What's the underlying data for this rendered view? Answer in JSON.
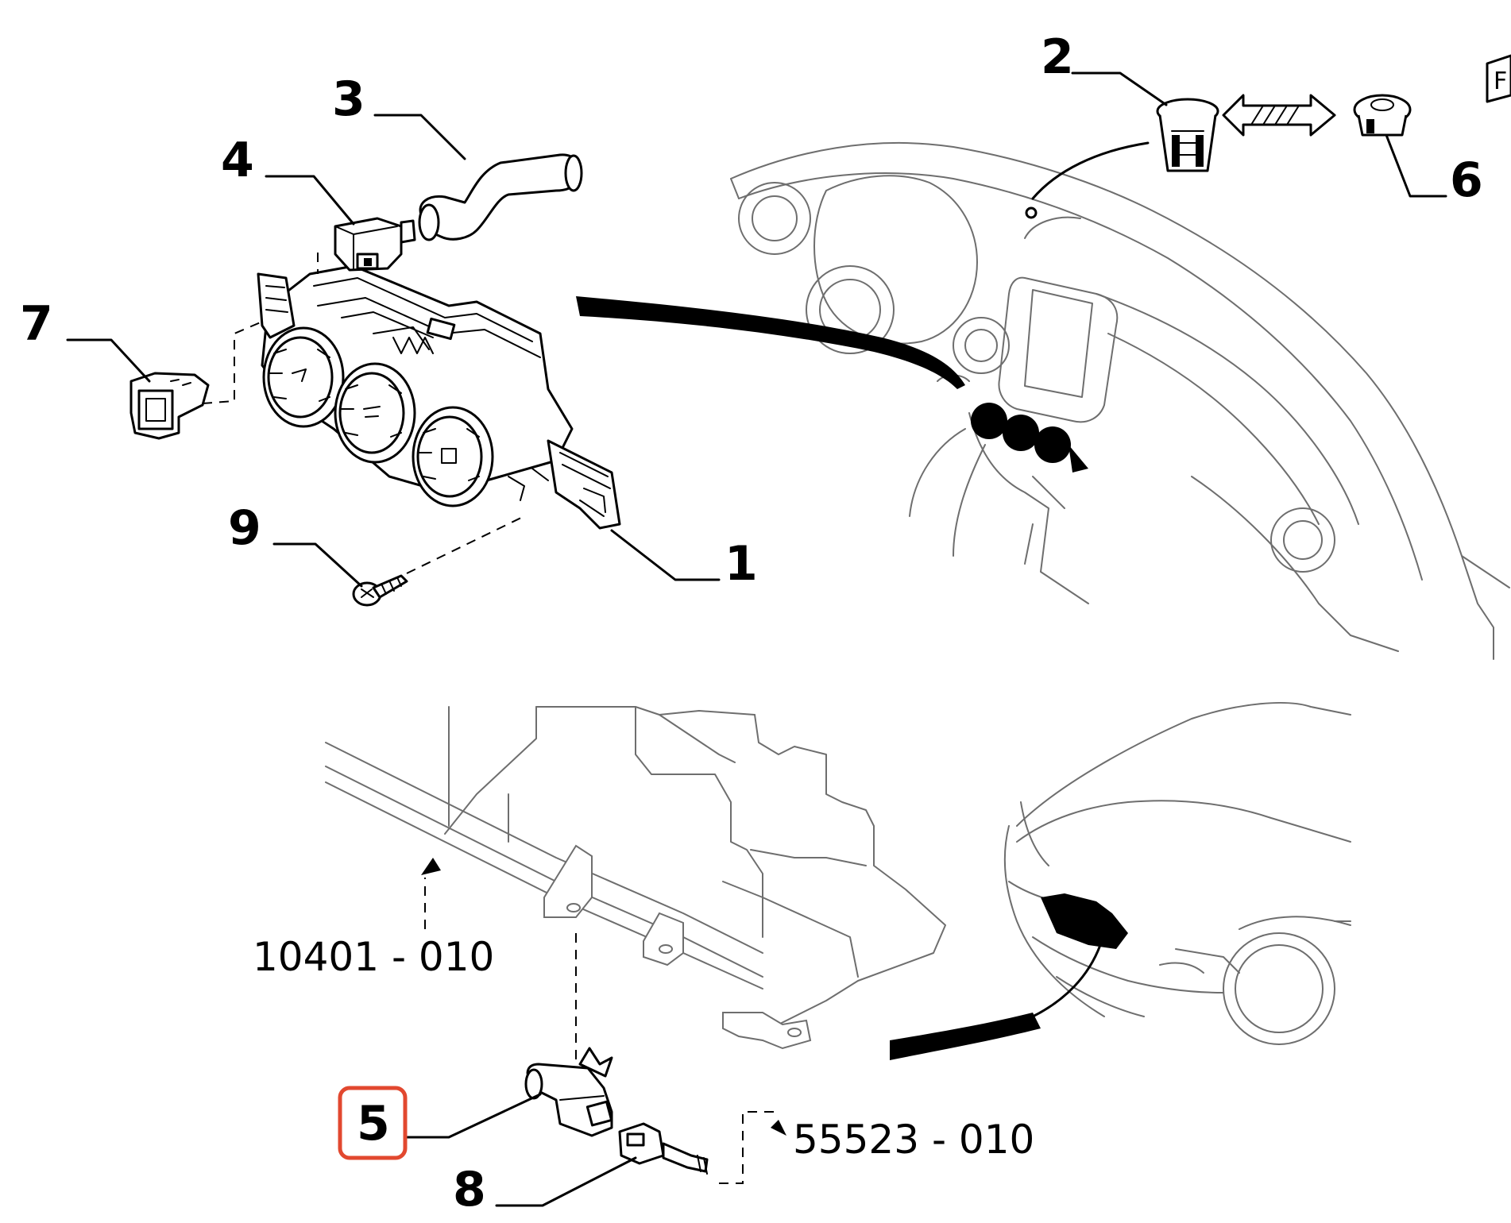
{
  "callouts": {
    "c1": "1",
    "c2": "2",
    "c3": "3",
    "c4": "4",
    "c5": "5",
    "c6": "6",
    "c7": "7",
    "c8": "8",
    "c9": "9"
  },
  "references": {
    "ref1": "10401 - 010",
    "ref2": "55523 - 010"
  },
  "corner_mark": "F",
  "colors": {
    "highlight": "#e2482f",
    "line": "#000000",
    "context_drawing": "#6e6e6e"
  }
}
